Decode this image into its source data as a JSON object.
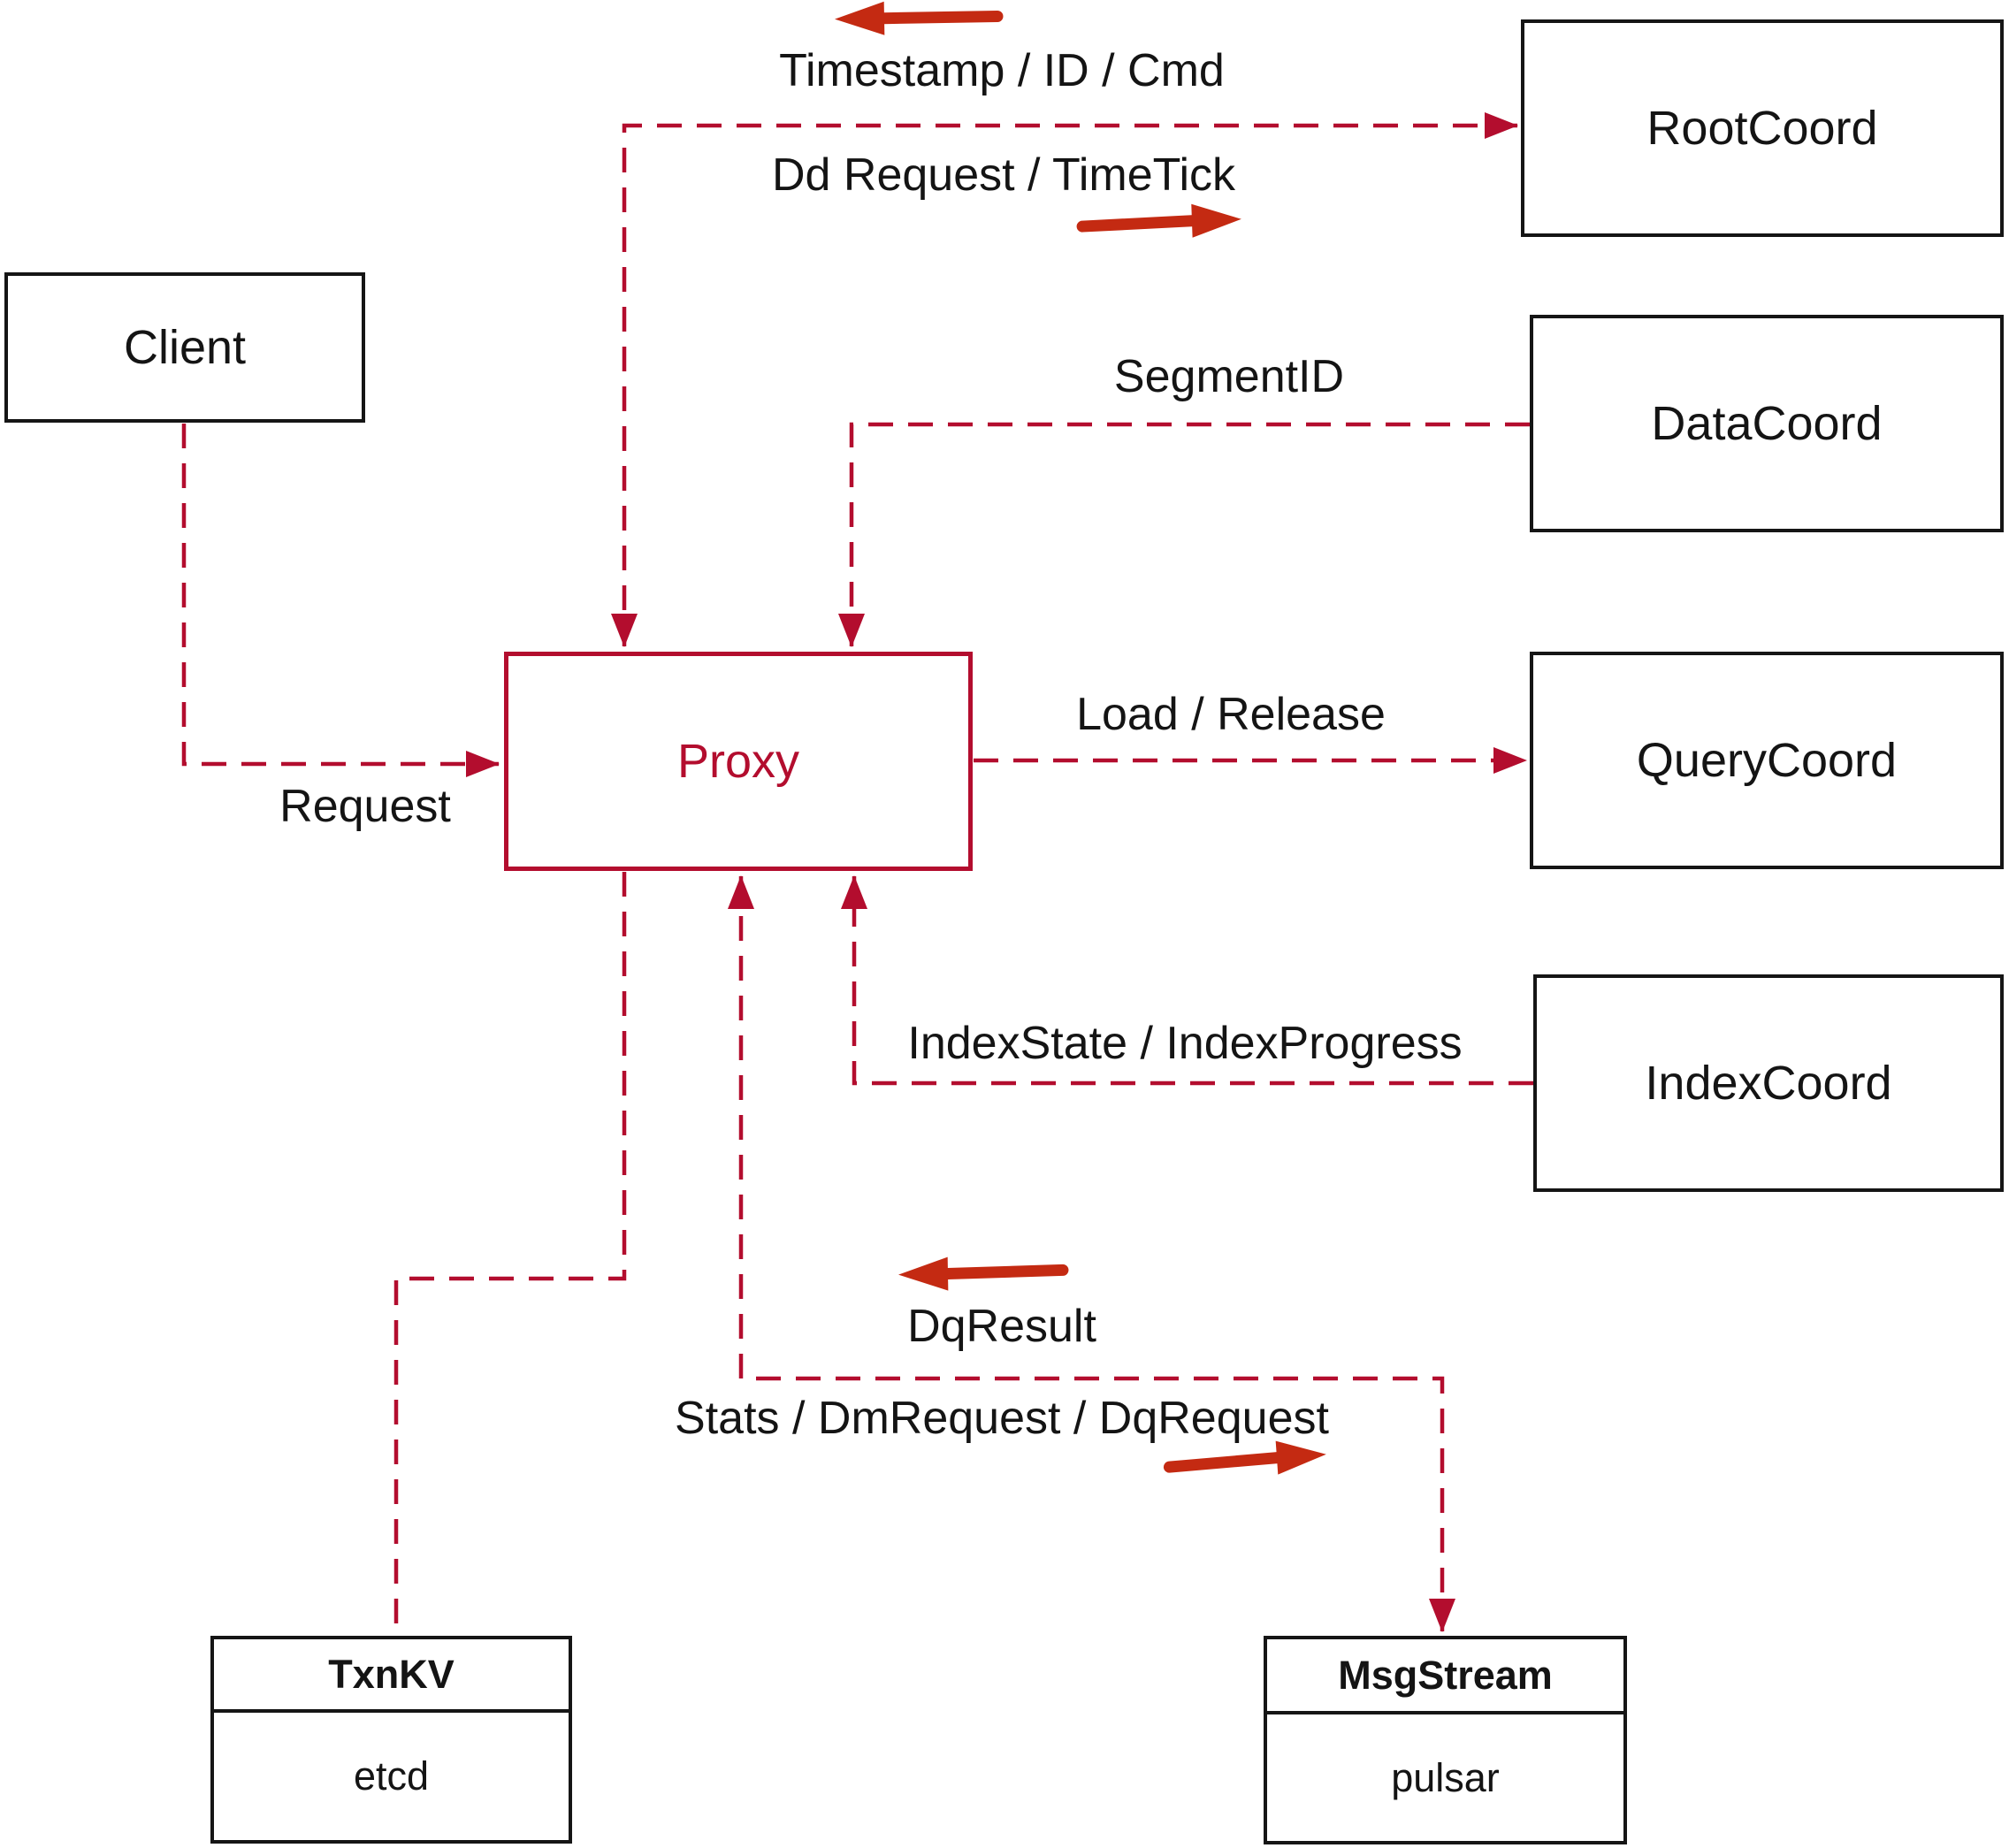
{
  "colors": {
    "connector_crimson": "#b30d2e",
    "arrow_vermilion": "#c42a12",
    "box_border_black": "#151515",
    "text_black": "#141414",
    "background_white": "#ffffff"
  },
  "nodes": {
    "client": {
      "label": "Client"
    },
    "root_coord": {
      "label": "RootCoord"
    },
    "data_coord": {
      "label": "DataCoord"
    },
    "query_coord": {
      "label": "QueryCoord"
    },
    "index_coord": {
      "label": "IndexCoord"
    },
    "proxy": {
      "label": "Proxy"
    },
    "txn_kv": {
      "label": "TxnKV",
      "implementation": "etcd"
    },
    "msg_stream": {
      "label": "MsgStream",
      "implementation": "pulsar"
    }
  },
  "edges": [
    {
      "id": "client-proxy",
      "from": "Client",
      "to": "Proxy",
      "style": "dashed",
      "arrowheads": "to",
      "labels": [
        "Request"
      ]
    },
    {
      "id": "proxy-rootcoord",
      "from": "Proxy",
      "to": "RootCoord",
      "style": "dashed",
      "arrowheads": "both",
      "labels": [
        "Timestamp / ID / Cmd",
        "Dd Request / TimeTick"
      ]
    },
    {
      "id": "datacoord-proxy",
      "from": "DataCoord",
      "to": "Proxy",
      "style": "dashed",
      "arrowheads": "to",
      "labels": [
        "SegmentID"
      ]
    },
    {
      "id": "proxy-querycoord",
      "from": "Proxy",
      "to": "QueryCoord",
      "style": "dashed",
      "arrowheads": "to",
      "labels": [
        "Load / Release"
      ]
    },
    {
      "id": "indexcoord-proxy",
      "from": "IndexCoord",
      "to": "Proxy",
      "style": "dashed",
      "arrowheads": "to",
      "labels": [
        "IndexState / IndexProgress"
      ]
    },
    {
      "id": "proxy-msgstream",
      "from": "Proxy",
      "to": "MsgStream",
      "style": "dashed",
      "arrowheads": "both",
      "labels": [
        "DqResult",
        "Stats / DmRequest / DqRequest"
      ]
    },
    {
      "id": "proxy-txnkv",
      "from": "Proxy",
      "to": "TxnKV",
      "style": "dashed",
      "arrowheads": "none",
      "labels": []
    }
  ]
}
